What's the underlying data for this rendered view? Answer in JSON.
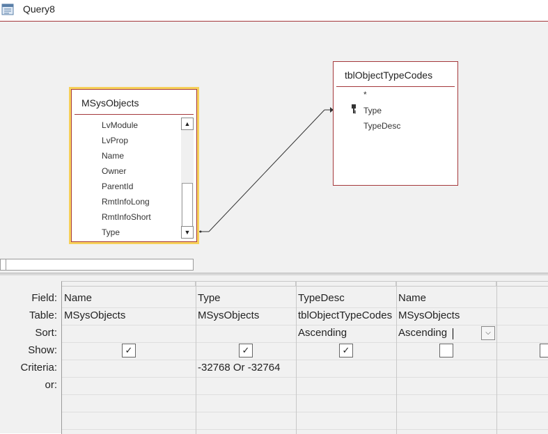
{
  "window": {
    "title": "Query8",
    "icon": "query-design-icon"
  },
  "tables": [
    {
      "name": "MSysObjects",
      "fields": [
        "LvModule",
        "LvProp",
        "Name",
        "Owner",
        "ParentId",
        "RmtInfoLong",
        "RmtInfoShort",
        "Type"
      ],
      "selected": true
    },
    {
      "name": "tblObjectTypeCodes",
      "fields": [
        "*",
        "Type",
        "TypeDesc"
      ],
      "key_field": "Type"
    }
  ],
  "grid": {
    "row_labels": {
      "field": "Field:",
      "table": "Table:",
      "sort": "Sort:",
      "show": "Show:",
      "criteria": "Criteria:",
      "or": "or:"
    },
    "columns": [
      {
        "field": "Name",
        "table": "MSysObjects",
        "sort": "",
        "show": true,
        "criteria": ""
      },
      {
        "field": "Type",
        "table": "MSysObjects",
        "sort": "",
        "show": true,
        "criteria": "-32768 Or -32764"
      },
      {
        "field": "TypeDesc",
        "table": "tblObjectTypeCodes",
        "sort": "Ascending",
        "show": true,
        "criteria": ""
      },
      {
        "field": "Name",
        "table": "MSysObjects",
        "sort": "Ascending",
        "show": false,
        "criteria": ""
      },
      {
        "field": "",
        "table": "",
        "sort": "",
        "show": false,
        "criteria": ""
      }
    ],
    "check_glyph": "✓",
    "dropdown_glyph": "⌵"
  },
  "colors": {
    "accent": "#a4373a",
    "selection": "#f7d15a"
  }
}
